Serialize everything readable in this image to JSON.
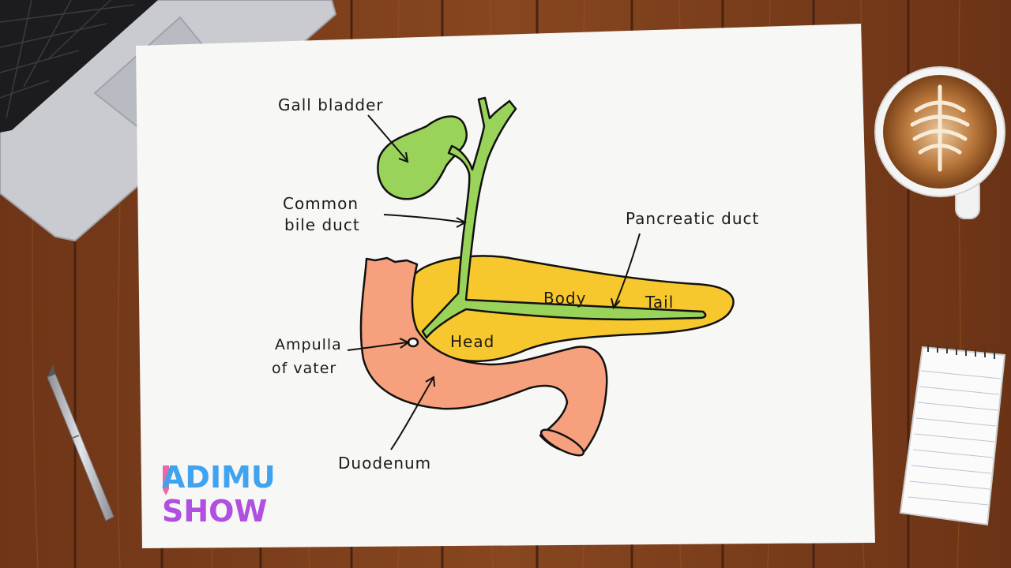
{
  "labels": {
    "gall_bladder": "Gall bladder",
    "common_bile_duct_1": "Common",
    "common_bile_duct_2": "bile duct",
    "pancreatic_duct": "Pancreatic duct",
    "body": "Body",
    "tail": "Tail",
    "head": "Head",
    "ampulla_1": "Ampulla",
    "ampulla_2": "of vater",
    "duodenum": "Duodenum"
  },
  "brand": {
    "line1": "ADIMU",
    "line2": "SHOW"
  },
  "colors": {
    "table_wood": "#7a3f1c",
    "paper": "#f7f7f5",
    "gall_bladder_green": "#9ad35a",
    "pancreas_yellow": "#f7c82e",
    "duodenum_salmon": "#f6a07e",
    "brand_blue": "#3fa3f0",
    "brand_purple": "#b04fe0",
    "outline": "#111111"
  }
}
